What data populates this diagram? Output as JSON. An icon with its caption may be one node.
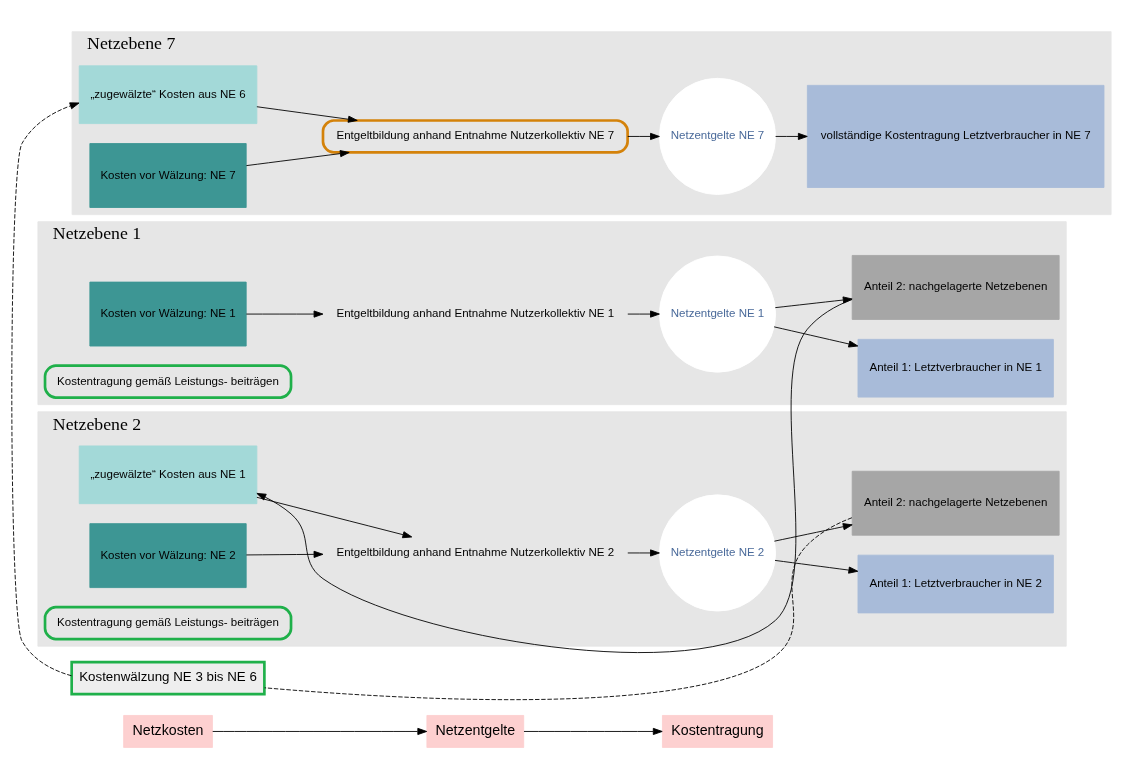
{
  "diagram": {
    "nodes": [
      {
        "text": [
          "Netzkosten"
        ]
      },
      {
        "text": [
          "Netzentgelte"
        ]
      },
      {
        "text": [
          "Kostentragung"
        ]
      },
      {
        "text": [
          "Netzebene 1"
        ]
      },
      {
        "text": [
          "Kosten vor Wälzung: NE 1"
        ],
        "in": 3
      },
      {
        "text": [
          "Entgeltbildung anhand Entnahme Nutzerkollektiv NE 1"
        ],
        "in": 3
      },
      {
        "text": [
          "Netzentgelte NE 1"
        ],
        "in": 3
      },
      {
        "text": [
          "Anteil 1: Letztverbraucher in NE 1"
        ],
        "in": 3
      },
      {
        "text": [
          "Anteil 2: nachgelagerte Netzebenen"
        ],
        "in": 3
      },
      {
        "text": [
          "Kostentragung gemäß Leistungs- beiträgen"
        ],
        "in": 3
      },
      {
        "text": [
          "Netzebene 2"
        ]
      },
      {
        "text": [
          "„zugewälzte“ Kosten aus NE 1"
        ],
        "in": 10
      },
      {
        "text": [
          "Kosten vor Wälzung: NE 2"
        ],
        "in": 10
      },
      {
        "text": [
          "Entgeltbildung anhand Entnahme Nutzerkollektiv NE 2"
        ],
        "in": 10
      },
      {
        "text": [
          "Netzentgelte NE 2"
        ],
        "in": 10
      },
      {
        "text": [
          "Anteil 1: Letztverbraucher in NE 2"
        ],
        "in": 10
      },
      {
        "text": [
          "Anteil 2: nachgelagerte Netzebenen"
        ],
        "in": 10
      },
      {
        "text": [
          "Kostentragung gemäß Leistungs- beiträgen"
        ],
        "in": 10
      },
      {
        "text": [
          "Kostenwälzung NE 3 bis NE 6"
        ]
      },
      {
        "text": [
          "Netzebene 7"
        ]
      },
      {
        "text": [
          "„zugewälzte“ Kosten aus NE 6"
        ],
        "in": 19
      },
      {
        "text": [
          "Kosten vor Wälzung: NE 7"
        ],
        "in": 19
      },
      {
        "text": [
          "Entgeltbildung anhand Entnahme Nutzerkollektiv NE 7"
        ],
        "in": 19
      },
      {
        "text": [
          "Netzentgelte NE 7"
        ],
        "in": 19
      },
      {
        "text": [
          "vollständige Kostentragung Letztverbraucher in NE 7"
        ],
        "in": 19
      }
    ],
    "edges": [
      {
        "from": 0,
        "to": 1,
        "arrow": "to"
      },
      {
        "from": 1,
        "to": 2,
        "arrow": "to"
      },
      {
        "from": 4,
        "to": 5,
        "arrow": "to"
      },
      {
        "from": 5,
        "to": 6,
        "arrow": "to"
      },
      {
        "from": 6,
        "to": 7,
        "arrow": "to"
      },
      {
        "from": 6,
        "to": 8,
        "arrow": "to"
      },
      {
        "from": 8,
        "to": 11,
        "arrow": "to"
      },
      {
        "from": 11,
        "to": 13,
        "arrow": "to"
      },
      {
        "from": 12,
        "to": 13,
        "arrow": "to"
      },
      {
        "from": 13,
        "to": 14,
        "arrow": "to"
      },
      {
        "from": 14,
        "to": 15,
        "arrow": "to"
      },
      {
        "from": 14,
        "to": 16,
        "arrow": "to"
      },
      {
        "from": 16,
        "to": 18,
        "arrow": "none",
        "style": "dashed"
      },
      {
        "from": 18,
        "to": 20,
        "arrow": "to",
        "style": "dashed"
      },
      {
        "from": 20,
        "to": 22,
        "arrow": "to"
      },
      {
        "from": 21,
        "to": 22,
        "arrow": "to"
      },
      {
        "from": 22,
        "to": 23,
        "arrow": "to"
      },
      {
        "from": 23,
        "to": 24,
        "arrow": "to"
      }
    ]
  }
}
